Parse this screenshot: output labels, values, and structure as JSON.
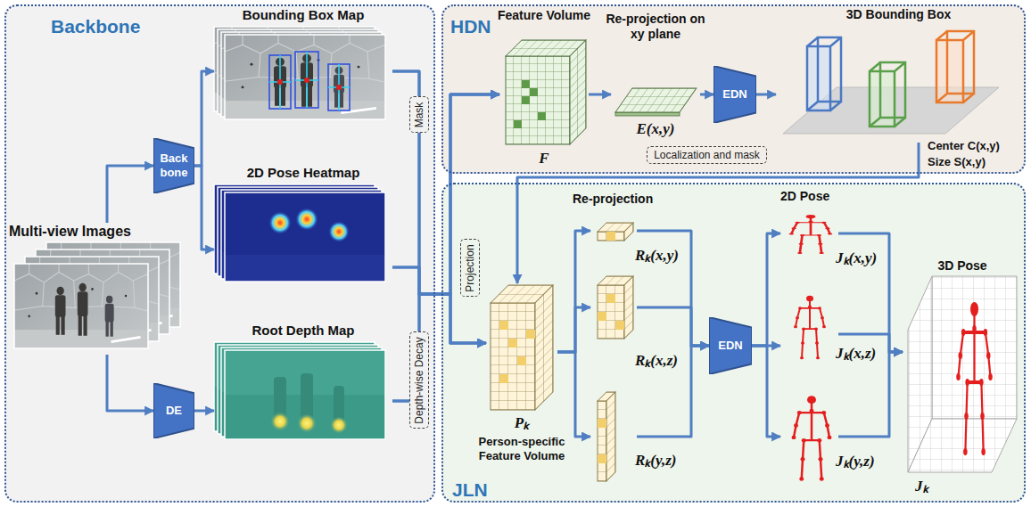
{
  "diagram": {
    "nodes": [
      {
        "text": [
          "Backbone"
        ]
      },
      {
        "text": [
          "Multi-view Images"
        ],
        "in": 0
      },
      {
        "text": [
          "Back bone"
        ],
        "in": 0
      },
      {
        "text": [
          "DE"
        ],
        "in": 0
      },
      {
        "text": [
          "Bounding Box Map"
        ],
        "in": 0
      },
      {
        "text": [
          "2D Pose Heatmap"
        ],
        "in": 0
      },
      {
        "text": [
          "Root Depth Map"
        ],
        "in": 0
      },
      {
        "text": [
          "Mask"
        ],
        "in": 0
      },
      {
        "text": [
          "Depth-wise Decay"
        ],
        "in": 0
      },
      {
        "text": [
          "HDN"
        ]
      },
      {
        "text": [
          "Feature Volume",
          "F"
        ],
        "in": 9
      },
      {
        "text": [
          "Re-projection on xy plane",
          "E(x,y)"
        ],
        "in": 9
      },
      {
        "text": [
          "EDN"
        ],
        "in": 9
      },
      {
        "text": [
          "3D Bounding Box",
          "Center C(x,y)",
          "Size S(x,y)"
        ],
        "in": 9
      },
      {
        "text": [
          "Localization and mask"
        ],
        "in": 9
      },
      {
        "text": [
          "JLN"
        ]
      },
      {
        "text": [
          "Projection"
        ],
        "in": 15
      },
      {
        "text": [
          "Pₖ",
          "Person-specific Feature Volume"
        ],
        "in": 15
      },
      {
        "text": [
          "Re-projection",
          "Rₖ(x,y)"
        ],
        "in": 15
      },
      {
        "text": [
          "Rₖ(x,z)"
        ],
        "in": 15
      },
      {
        "text": [
          "Rₖ(y,z)"
        ],
        "in": 15
      },
      {
        "text": [
          "EDN"
        ],
        "in": 15
      },
      {
        "text": [
          "2D Pose",
          "Jₖ(x,y)"
        ],
        "in": 15
      },
      {
        "text": [
          "Jₖ(x,z)"
        ],
        "in": 15
      },
      {
        "text": [
          "Jₖ(y,z)"
        ],
        "in": 15
      },
      {
        "text": [
          "3D Pose",
          "Jₖ"
        ],
        "in": 15
      }
    ],
    "edges": [
      {
        "from": 1,
        "to": 2,
        "arrow": "to"
      },
      {
        "from": 1,
        "to": 3,
        "arrow": "to"
      },
      {
        "from": 2,
        "to": 4,
        "arrow": "to"
      },
      {
        "from": 2,
        "to": 5,
        "arrow": "to"
      },
      {
        "from": 3,
        "to": 6,
        "arrow": "to"
      },
      {
        "from": 4,
        "to": 10,
        "arrow": "to"
      },
      {
        "from": 5,
        "to": 10,
        "arrow": "to"
      },
      {
        "from": 6,
        "to": 10,
        "arrow": "to"
      },
      {
        "from": 4,
        "to": 17,
        "arrow": "to"
      },
      {
        "from": 5,
        "to": 17,
        "arrow": "to"
      },
      {
        "from": 6,
        "to": 17,
        "arrow": "to"
      },
      {
        "from": 10,
        "to": 11,
        "arrow": "to"
      },
      {
        "from": 11,
        "to": 12,
        "arrow": "to"
      },
      {
        "from": 12,
        "to": 13,
        "arrow": "to"
      },
      {
        "from": 13,
        "to": 17,
        "arrow": "to"
      },
      {
        "from": 17,
        "to": 18,
        "arrow": "to"
      },
      {
        "from": 17,
        "to": 19,
        "arrow": "to"
      },
      {
        "from": 17,
        "to": 20,
        "arrow": "to"
      },
      {
        "from": 18,
        "to": 21,
        "arrow": "to"
      },
      {
        "from": 19,
        "to": 21,
        "arrow": "to"
      },
      {
        "from": 20,
        "to": 21,
        "arrow": "to"
      },
      {
        "from": 21,
        "to": 22,
        "arrow": "to"
      },
      {
        "from": 21,
        "to": 23,
        "arrow": "to"
      },
      {
        "from": 21,
        "to": 24,
        "arrow": "to"
      },
      {
        "from": 22,
        "to": 25,
        "arrow": "to"
      },
      {
        "from": 23,
        "to": 25,
        "arrow": "to"
      },
      {
        "from": 24,
        "to": 25,
        "arrow": "to"
      }
    ]
  }
}
